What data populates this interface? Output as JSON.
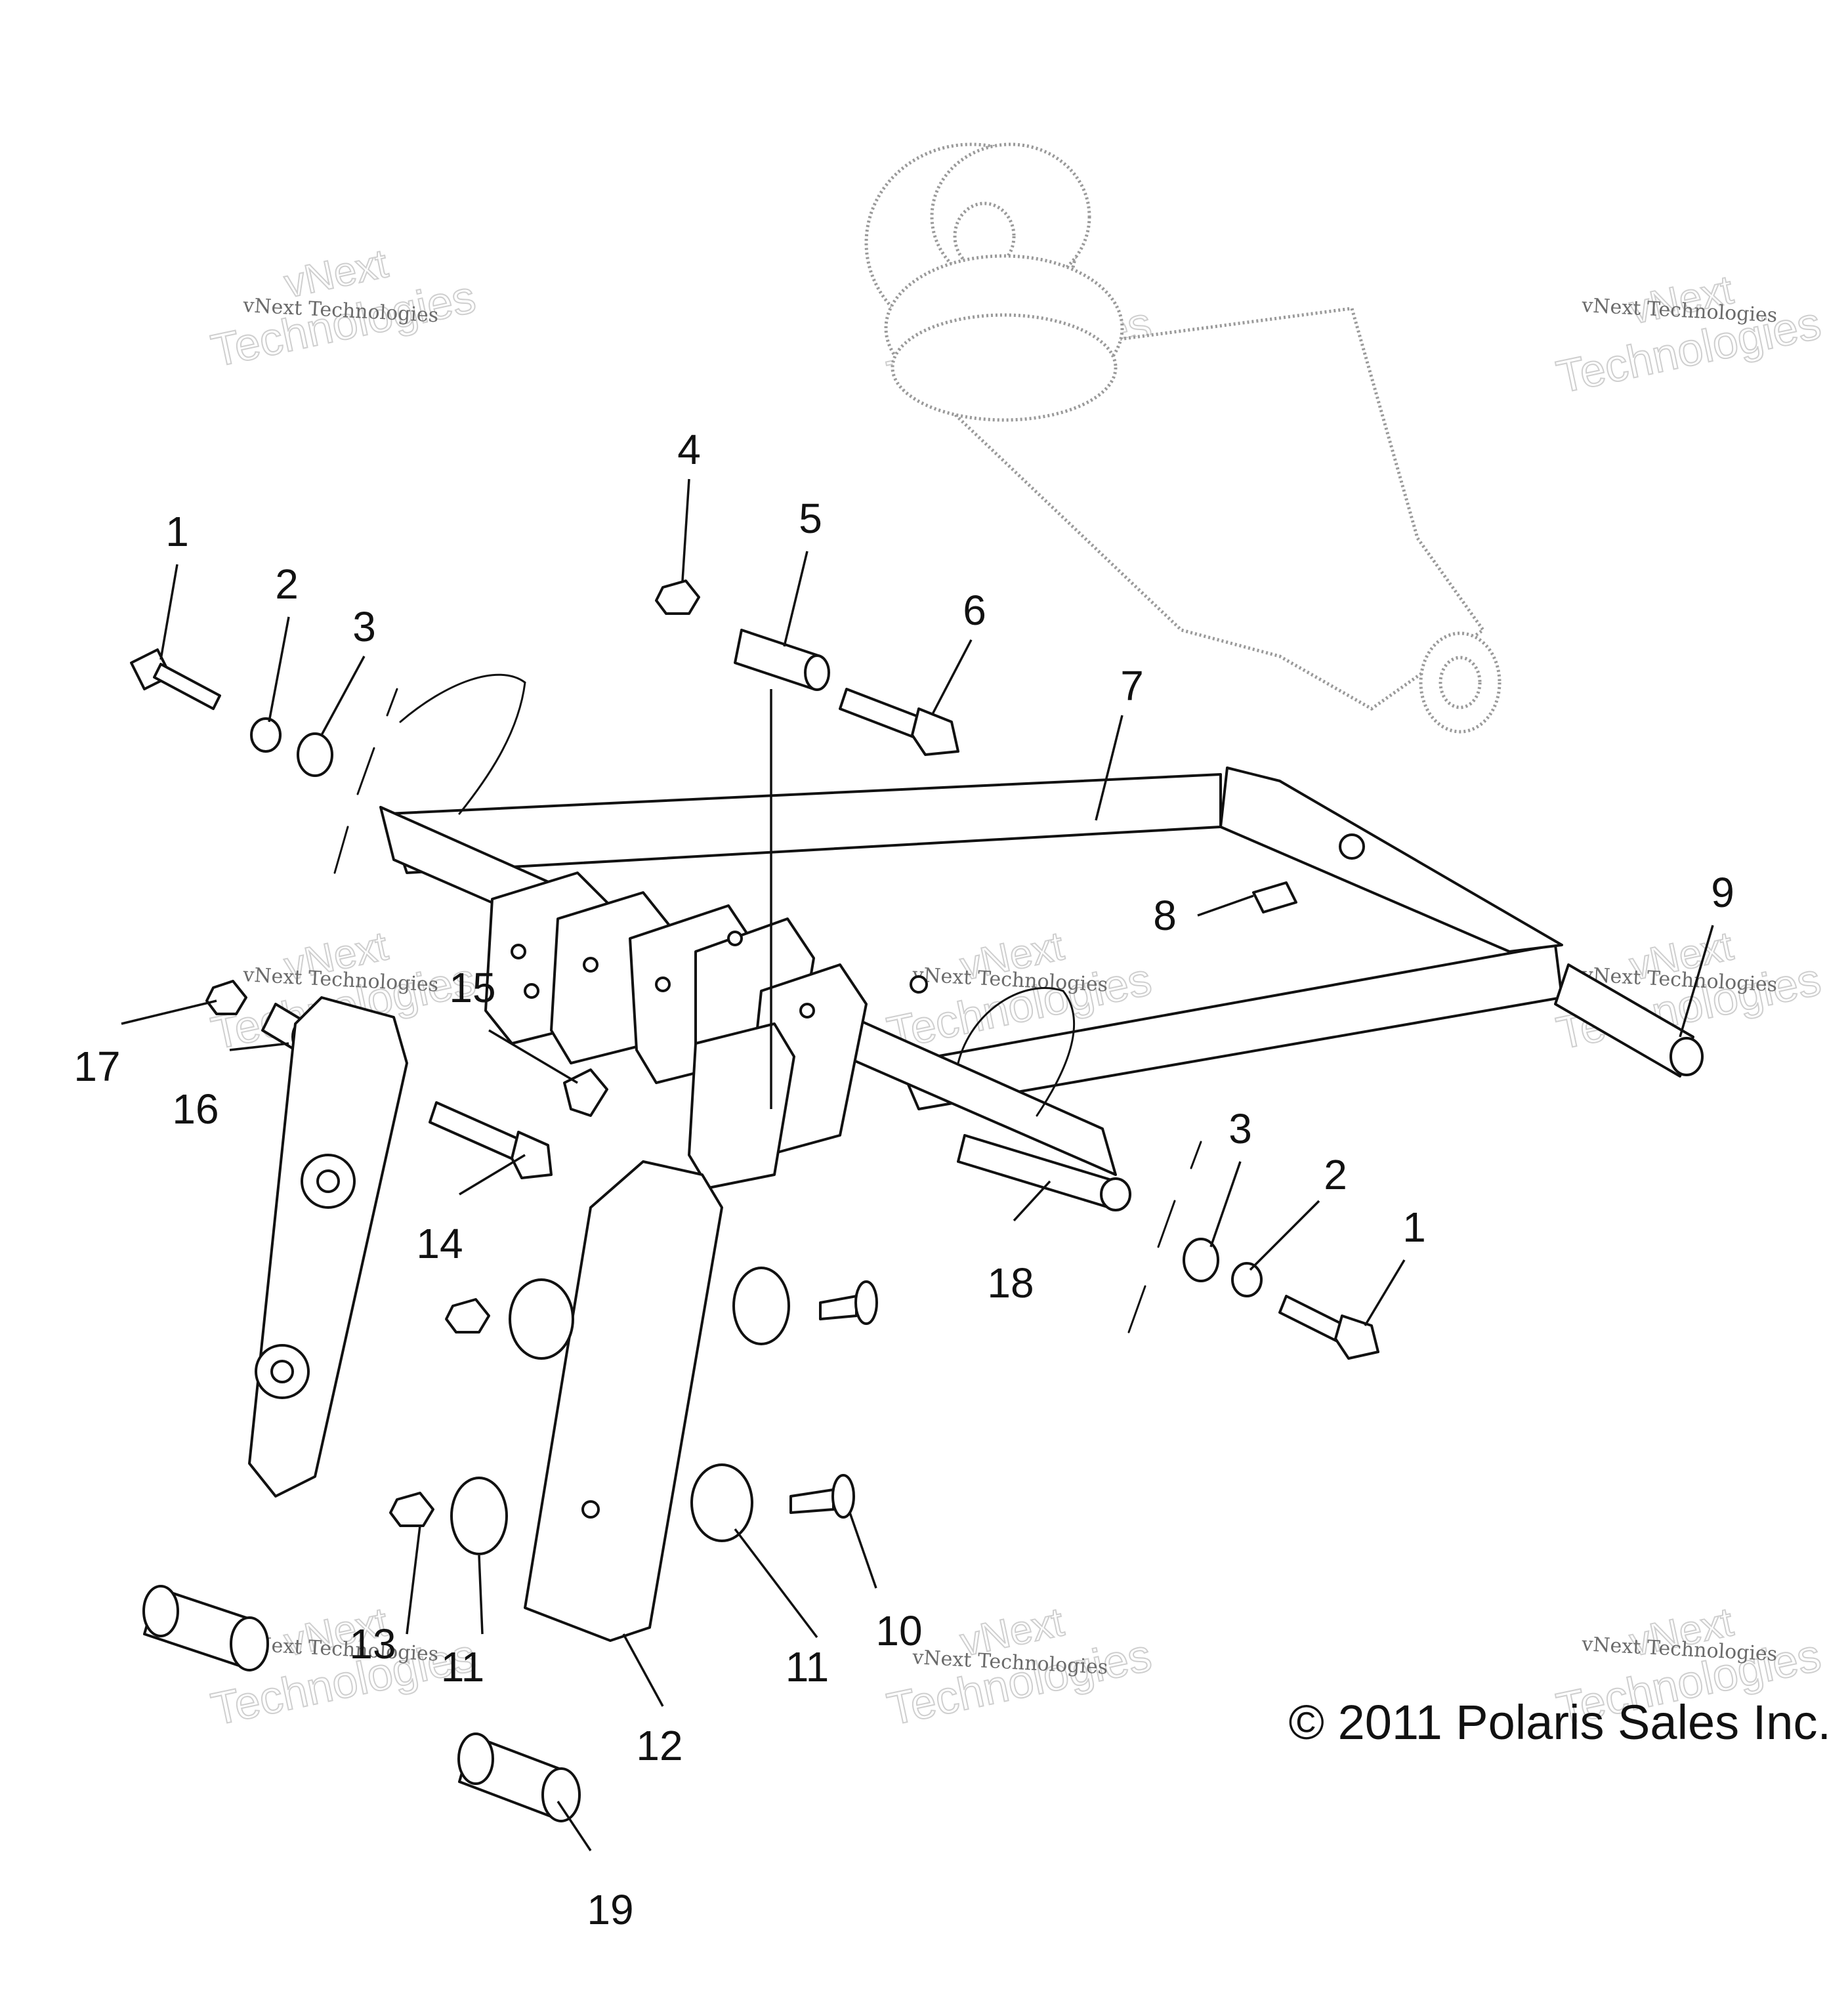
{
  "callouts": [
    {
      "id": "c1a",
      "label": "1"
    },
    {
      "id": "c2a",
      "label": "2"
    },
    {
      "id": "c3a",
      "label": "3"
    },
    {
      "id": "c4",
      "label": "4"
    },
    {
      "id": "c5",
      "label": "5"
    },
    {
      "id": "c6",
      "label": "6"
    },
    {
      "id": "c7",
      "label": "7"
    },
    {
      "id": "c8",
      "label": "8"
    },
    {
      "id": "c9",
      "label": "9"
    },
    {
      "id": "c10",
      "label": "10"
    },
    {
      "id": "c11a",
      "label": "11"
    },
    {
      "id": "c11b",
      "label": "11"
    },
    {
      "id": "c12",
      "label": "12"
    },
    {
      "id": "c13",
      "label": "13"
    },
    {
      "id": "c14",
      "label": "14"
    },
    {
      "id": "c15",
      "label": "15"
    },
    {
      "id": "c16",
      "label": "16"
    },
    {
      "id": "c17",
      "label": "17"
    },
    {
      "id": "c18",
      "label": "18"
    },
    {
      "id": "c19",
      "label": "19"
    },
    {
      "id": "c3b",
      "label": "3"
    },
    {
      "id": "c2b",
      "label": "2"
    },
    {
      "id": "c1b",
      "label": "1"
    }
  ],
  "watermark": {
    "line1": "vNext",
    "line2": "Technologies",
    "small": "vNext Technologies"
  },
  "copyright": "© 2011 Polaris Sales Inc."
}
